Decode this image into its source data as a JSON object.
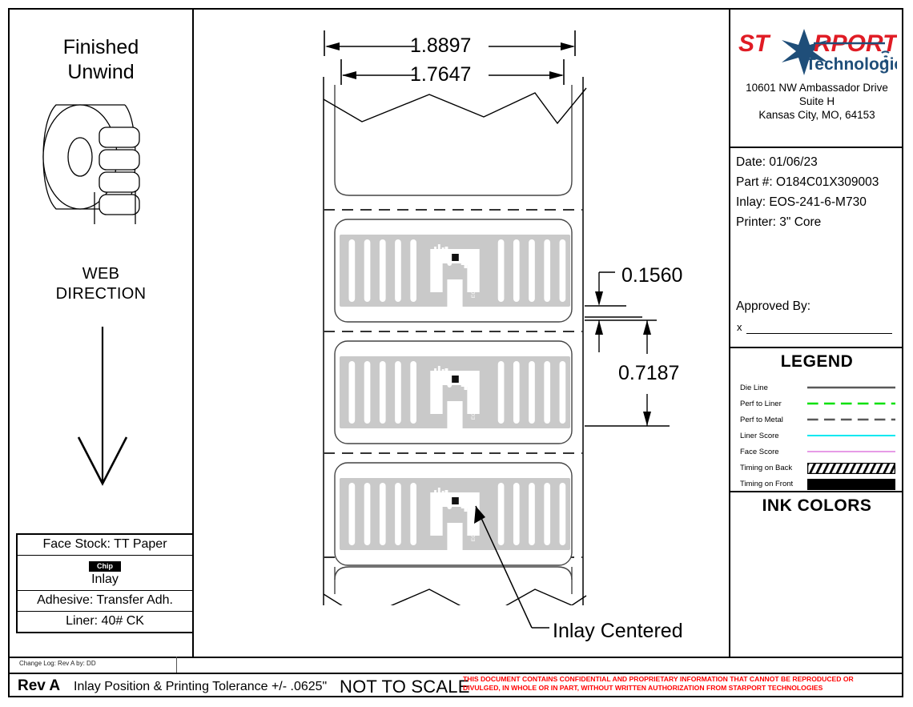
{
  "left_panel": {
    "title_line1": "Finished",
    "title_line2": "Unwind",
    "web_direction_line1": "WEB",
    "web_direction_line2": "DIRECTION",
    "stack": [
      {
        "label": "Face Stock: TT Paper"
      },
      {
        "badge": "Chip",
        "label": "Inlay"
      },
      {
        "label": "Adhesive: Transfer Adh."
      },
      {
        "label": "Liner: 40# CK"
      }
    ]
  },
  "drawing": {
    "dim_overall_width": "1.8897",
    "dim_label_width": "1.7647",
    "dim_gap": "0.1560",
    "dim_pitch": "0.7187",
    "callout": "Inlay Centered",
    "inlay_text_left": "F-002",
    "inlay_text_right": "EOS241-M7"
  },
  "company": {
    "logo_text_1": "ST",
    "logo_text_2": "RPORT",
    "logo_text_3": "Technologies",
    "address_line1": "10601 NW Ambassador Drive",
    "address_line2": "Suite H",
    "address_line3": "Kansas City, MO, 64153"
  },
  "info": {
    "date": "Date: 01/06/23",
    "part": "Part #: O184C01X309003",
    "inlay": "Inlay: EOS-241-6-M730",
    "printer": "Printer: 3\" Core",
    "approved_by": "Approved By:",
    "signature_mark": "x"
  },
  "legend": {
    "title": "LEGEND",
    "rows": [
      {
        "label": "Die Line",
        "style": "solid",
        "color": "#595959"
      },
      {
        "label": "Perf to Liner",
        "style": "dashed",
        "color": "#00e000"
      },
      {
        "label": "Perf to Metal",
        "style": "dashed",
        "color": "#595959"
      },
      {
        "label": "Liner Score",
        "style": "solid",
        "color": "#00e8f0"
      },
      {
        "label": "Face Score",
        "style": "solid",
        "color": "#e69ce6"
      },
      {
        "label": "Timing on Back",
        "style": "hatch",
        "color": "#000000"
      },
      {
        "label": "Timing on Front",
        "style": "fill",
        "color": "#000000"
      }
    ]
  },
  "ink_colors": {
    "title": "INK COLORS"
  },
  "footer": {
    "change_log": "Change Log: Rev A by: DD",
    "rev": "Rev A",
    "tolerance": "Inlay Position & Printing Tolerance +/- .0625\"",
    "not_to_scale": "NOT TO SCALE",
    "confidential_line1": "THIS DOCUMENT CONTAINS CONFIDENTIAL AND PROPRIETARY INFORMATION THAT CANNOT  BE REPRODUCED OR",
    "confidential_line2": "DIVULGED, IN WHOLE OR IN PART, WITHOUT WRITTEN   AUTHORIZATION FROM STARPORT TECHNOLOGIES",
    "confidential_color": "#ff0000"
  }
}
